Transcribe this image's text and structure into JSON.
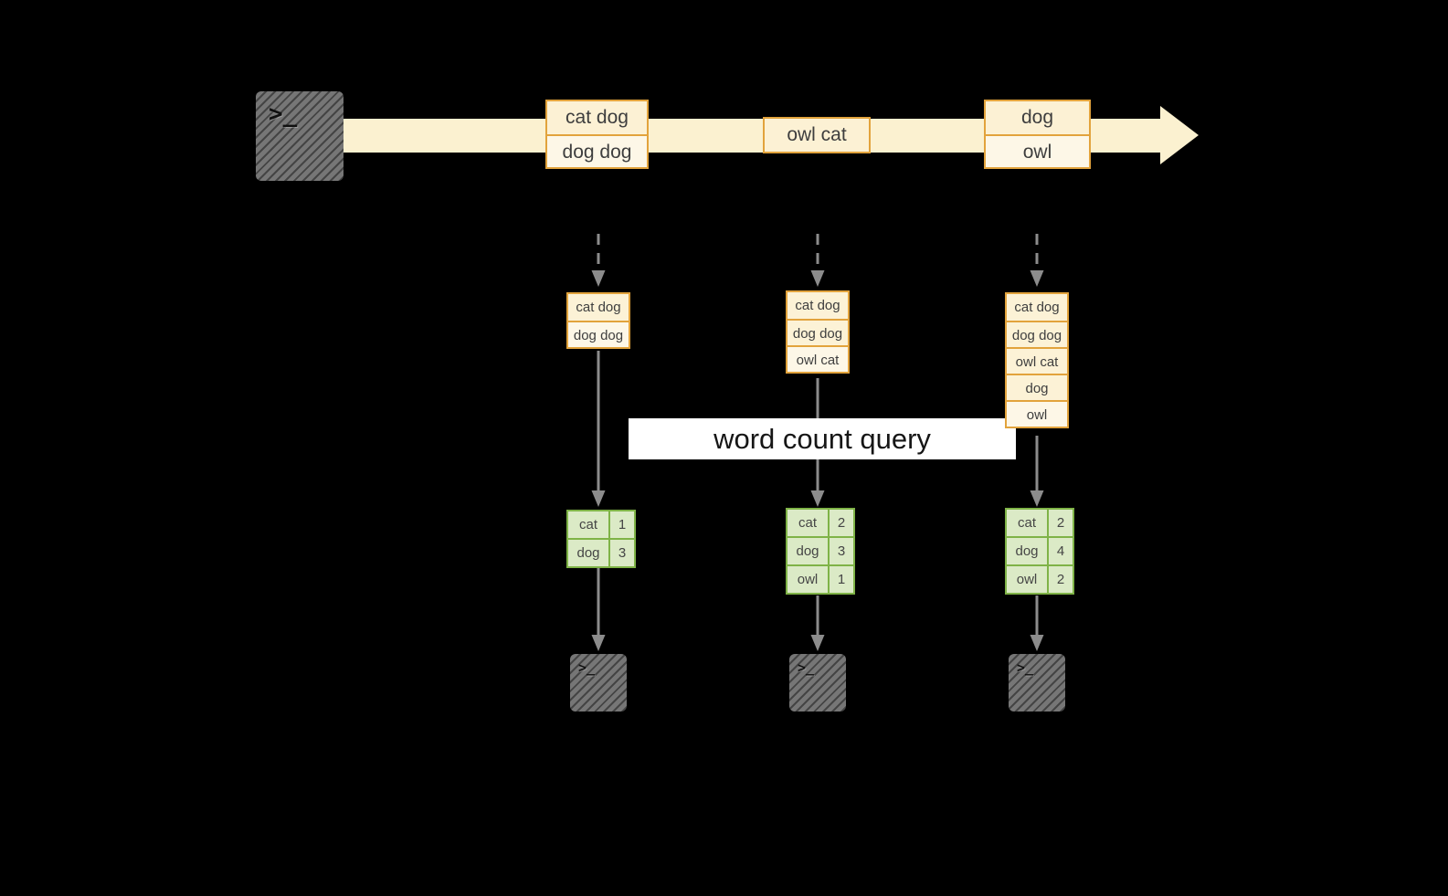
{
  "colors": {
    "background": "#000000",
    "stream_fill": "#fbf1d0",
    "event_border": "#e2a33c",
    "event_fill": "#fcf1d4",
    "result_border": "#7fb347",
    "result_fill": "#dbeac6",
    "arrow_gray": "#8c8c8c",
    "terminal_gray": "#767676",
    "banner_bg": "#ffffff"
  },
  "terminal": {
    "prompt": ">_"
  },
  "stream": {
    "events": [
      {
        "lines": [
          "cat dog",
          "dog dog"
        ]
      },
      {
        "lines": [
          "owl cat"
        ]
      },
      {
        "lines": [
          "dog",
          "owl"
        ]
      }
    ]
  },
  "banner": {
    "label": "word count query"
  },
  "columns": [
    {
      "accumulated": [
        "cat dog",
        "dog dog"
      ],
      "counts": [
        {
          "word": "cat",
          "count": "1"
        },
        {
          "word": "dog",
          "count": "3"
        }
      ]
    },
    {
      "accumulated": [
        "cat dog",
        "dog dog",
        "owl cat"
      ],
      "counts": [
        {
          "word": "cat",
          "count": "2"
        },
        {
          "word": "dog",
          "count": "3"
        },
        {
          "word": "owl",
          "count": "1"
        }
      ]
    },
    {
      "accumulated": [
        "cat dog",
        "dog dog",
        "owl cat",
        "dog",
        "owl"
      ],
      "counts": [
        {
          "word": "cat",
          "count": "2"
        },
        {
          "word": "dog",
          "count": "4"
        },
        {
          "word": "owl",
          "count": "2"
        }
      ]
    }
  ]
}
